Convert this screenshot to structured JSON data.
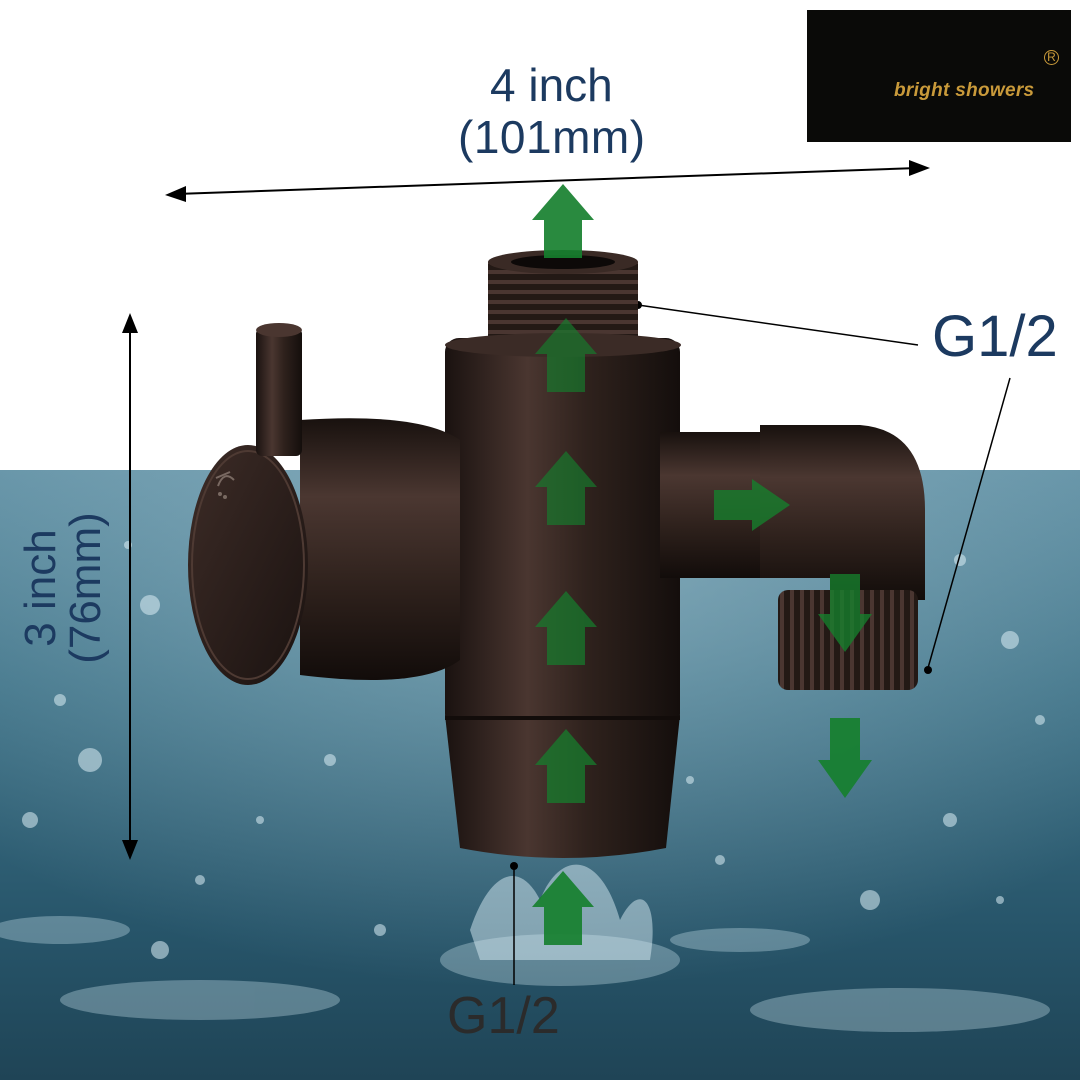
{
  "dimensions": {
    "width_line1": "4 inch",
    "width_line2": "(101mm)",
    "height_line1": "3 inch",
    "height_line2": "(76mm)"
  },
  "ports": {
    "top_label": "G1/2",
    "bottom_label": "G1/2"
  },
  "logo": {
    "brand": "bright showers",
    "registered": "R"
  },
  "colors": {
    "label_text": "#1c3a60",
    "flow_arrow": "#16802e",
    "fitting_body": "#2c1f1a",
    "logo_gold": "#c99a3a",
    "water": "#3c6f85"
  },
  "icons": [
    "shower-icon"
  ]
}
